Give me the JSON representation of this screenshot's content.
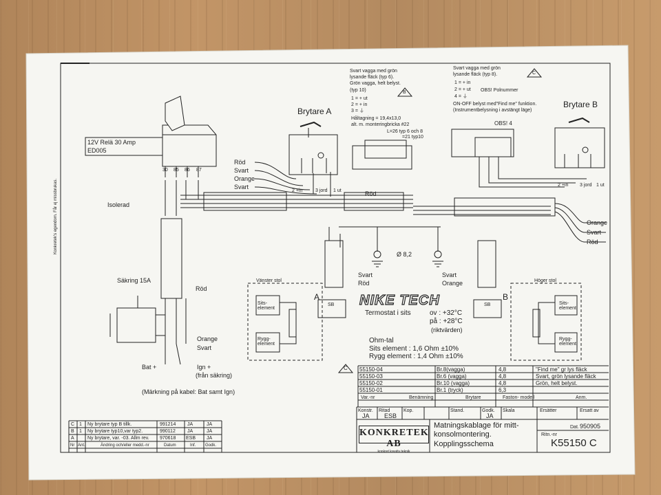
{
  "relay": {
    "label": "12V Relä 30 Amp",
    "code": "ED005",
    "pins": [
      "30",
      "85",
      "86",
      "87"
    ]
  },
  "switch_a": {
    "title": "Brytare A",
    "pins": [
      "2 +in",
      "3 jord",
      "1 ut"
    ]
  },
  "switch_b": {
    "title": "Brytare B",
    "pins": [
      "2 +in",
      "3 jord",
      "1 ut"
    ]
  },
  "wires_left": [
    "Röd",
    "Svart",
    "Orange",
    "Svart"
  ],
  "wire_rod_mid": "Röd",
  "wires_right": [
    "Orange",
    "Svart",
    "Röd"
  ],
  "isolerad": "Isolerad",
  "fuse": "Säkring 15A",
  "fuse_rod": "Röd",
  "orange_low": "Orange",
  "svart_low": "Svart",
  "bat": "Bat +",
  "ign": "Ign +",
  "ign_sub": "(från säkring)",
  "marking": "(Märkning på kabel: Bat samt Ign)",
  "ground_size": "Ø 8,2",
  "svart_rod_left": [
    "Svart",
    "Röd"
  ],
  "svart_orange_right": [
    "Svart",
    "Orange"
  ],
  "seat_left": {
    "title": "Vänster stol",
    "letter": "A",
    "sits": "Sits-\nelement",
    "rygg": "Rygg-\nelement"
  },
  "seat_right": {
    "title": "Höger stol",
    "letter": "B",
    "sits": "Sits-\nelement",
    "rygg": "Rygg-\nelement"
  },
  "sb": "SB",
  "brand": "NIKE TECH",
  "termostat": {
    "label": "Termostat i sits",
    "ov": "ov : +32°C",
    "pa": "på : +28°C",
    "note": "(riktvärden)"
  },
  "ohm": {
    "title": "Ohm-tal",
    "sits": "Sits element : 1,6 Ohm ±10%",
    "rygg": "Rygg element : 1,4 Ohm ±10%"
  },
  "note_a": {
    "lines": [
      "Svart vagga med grön",
      "lysande fläck (typ 6).",
      "Grön vagga, helt belyst.",
      "(typ 10)",
      "1 = + ut",
      "2 = + in",
      "3 = ⏚",
      "Håltagning = 19,4x13,0",
      "alt. m. monteringbricka #22"
    ],
    "tag": "B",
    "l26": "L=26 typ 6 och 8",
    "l21": "=21 typ10"
  },
  "note_b": {
    "lines": [
      "Svart vagga med grön",
      "lysande fläck (typ 8).",
      "1 = + in",
      "2 = + ut",
      "4 = ⏚",
      "ON-OFF belyst med\"Find me\" funktion.",
      "(Instrumentbelysning i avstängt läge)"
    ],
    "obs": "OBS! Polnummer",
    "tag": "C",
    "obs4": "OBS! 4"
  },
  "vert_text": "Konkretek's egendom. Får ej missbrukas.",
  "parts": {
    "tag": "C",
    "rows": [
      {
        "var": "55150-04",
        "bryt": "Br.8(vagga)",
        "faston": "4,8",
        "anm": "\"Find me\" gr lys fläck"
      },
      {
        "var": "55150-03",
        "bryt": "Br.6 (vagga)",
        "faston": "4,8",
        "anm": "Svart, grön lysande fläck"
      },
      {
        "var": "55150-02",
        "bryt": "Br.10 (vagga)",
        "faston": "4,8",
        "anm": "Grön, helt belyst."
      },
      {
        "var": "55150-01",
        "bryt": "Br.1 (tryck)",
        "faston": "6,3",
        "anm": ""
      }
    ],
    "head": [
      "Var.-nr",
      "Benämning",
      "Brytare",
      "Faston-\nmodell",
      "Anm."
    ]
  },
  "title_block": {
    "heads": [
      "Konstr.",
      "Ritad",
      "Kop.",
      "Stand.",
      "Godk.",
      "Skala",
      "Ersätter",
      "Ersatt av"
    ],
    "konstr": "JA",
    "ritad": "ESB",
    "godk": "JA",
    "desc1": "Matningskablage för mitt-",
    "desc2": "konsolmontering.",
    "desc3": "Kopplingsschema",
    "dat_label": "Dat.",
    "dat": "950905",
    "ritn_label": "Ritn.-nr",
    "ritn": "K55150 C",
    "company": "KONKRETEK AB",
    "tagline": "konkret kreativ teknik"
  },
  "revisions": {
    "rows": [
      {
        "nr": "C",
        "ant": "1",
        "text": "Ny brytare typ B tillk.",
        "datum": "991214",
        "inf": "JA",
        "godk": "JA"
      },
      {
        "nr": "B",
        "ant": "1",
        "text": "Ny brytare typ10,var typ2.",
        "datum": "990112",
        "inf": "JA",
        "godk": "JA"
      },
      {
        "nr": "A",
        "ant": "",
        "text": "Ny brytare, var. -03. Allm rev.",
        "datum": "970618",
        "inf": "ESB",
        "godk": "JA"
      }
    ],
    "head": [
      "Nr",
      "Ant.",
      "Ändring och/eller medd.-nr",
      "Datum",
      "Inf.",
      "Godk."
    ]
  }
}
